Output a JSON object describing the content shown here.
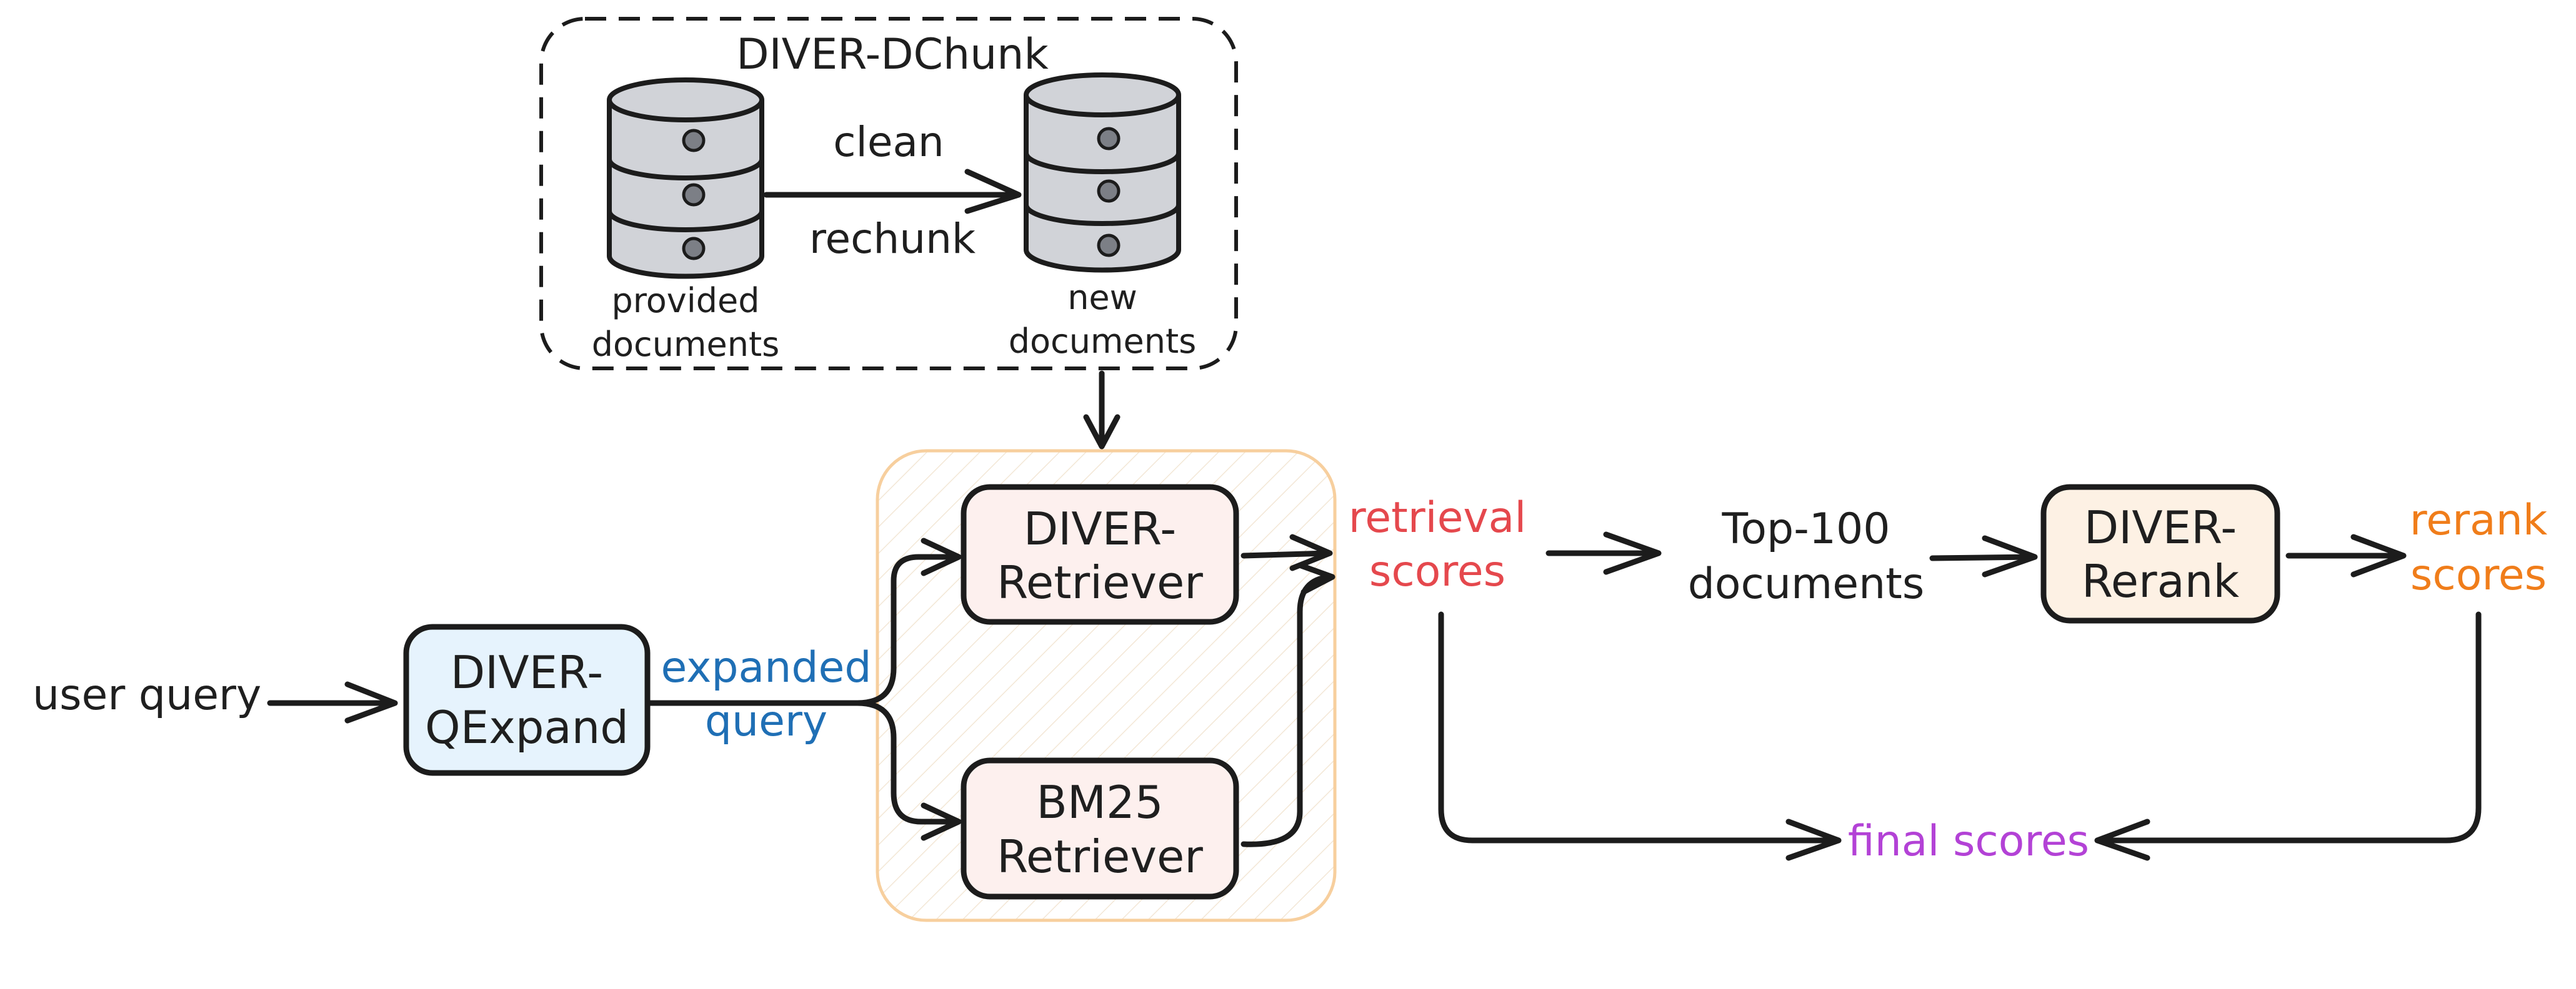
{
  "dchunk": {
    "title": "DIVER-DChunk",
    "step_top": "clean",
    "step_bottom": "rechunk",
    "src_line1": "provided",
    "src_line2": "documents",
    "dst_line1": "new",
    "dst_line2": "documents"
  },
  "input": {
    "label": "user query"
  },
  "qexpand": {
    "line1": "DIVER-",
    "line2": "QExpand"
  },
  "expanded": {
    "line1": "expanded",
    "line2": "query"
  },
  "retriever": {
    "line1": "DIVER-",
    "line2": "Retriever"
  },
  "bm25": {
    "line1": "BM25",
    "line2": "Retriever"
  },
  "retrieval_scores": {
    "line1": "retrieval",
    "line2": "scores"
  },
  "top100": {
    "line1": "Top-100",
    "line2": "documents"
  },
  "rerank": {
    "line1": "DIVER-",
    "line2": "Rerank"
  },
  "rerank_scores": {
    "line1": "rerank",
    "line2": "scores"
  },
  "final": {
    "label": "final scores"
  },
  "colors": {
    "blue": "#1f6fb5",
    "red": "#e5484d",
    "orange": "#f07d1a",
    "purple": "#b342d6",
    "qexpand_fill": "#e6f3fd",
    "retriever_fill": "#fdf0ee",
    "rerank_fill": "#fdf1e4",
    "group_stroke": "#f7cf9e"
  }
}
